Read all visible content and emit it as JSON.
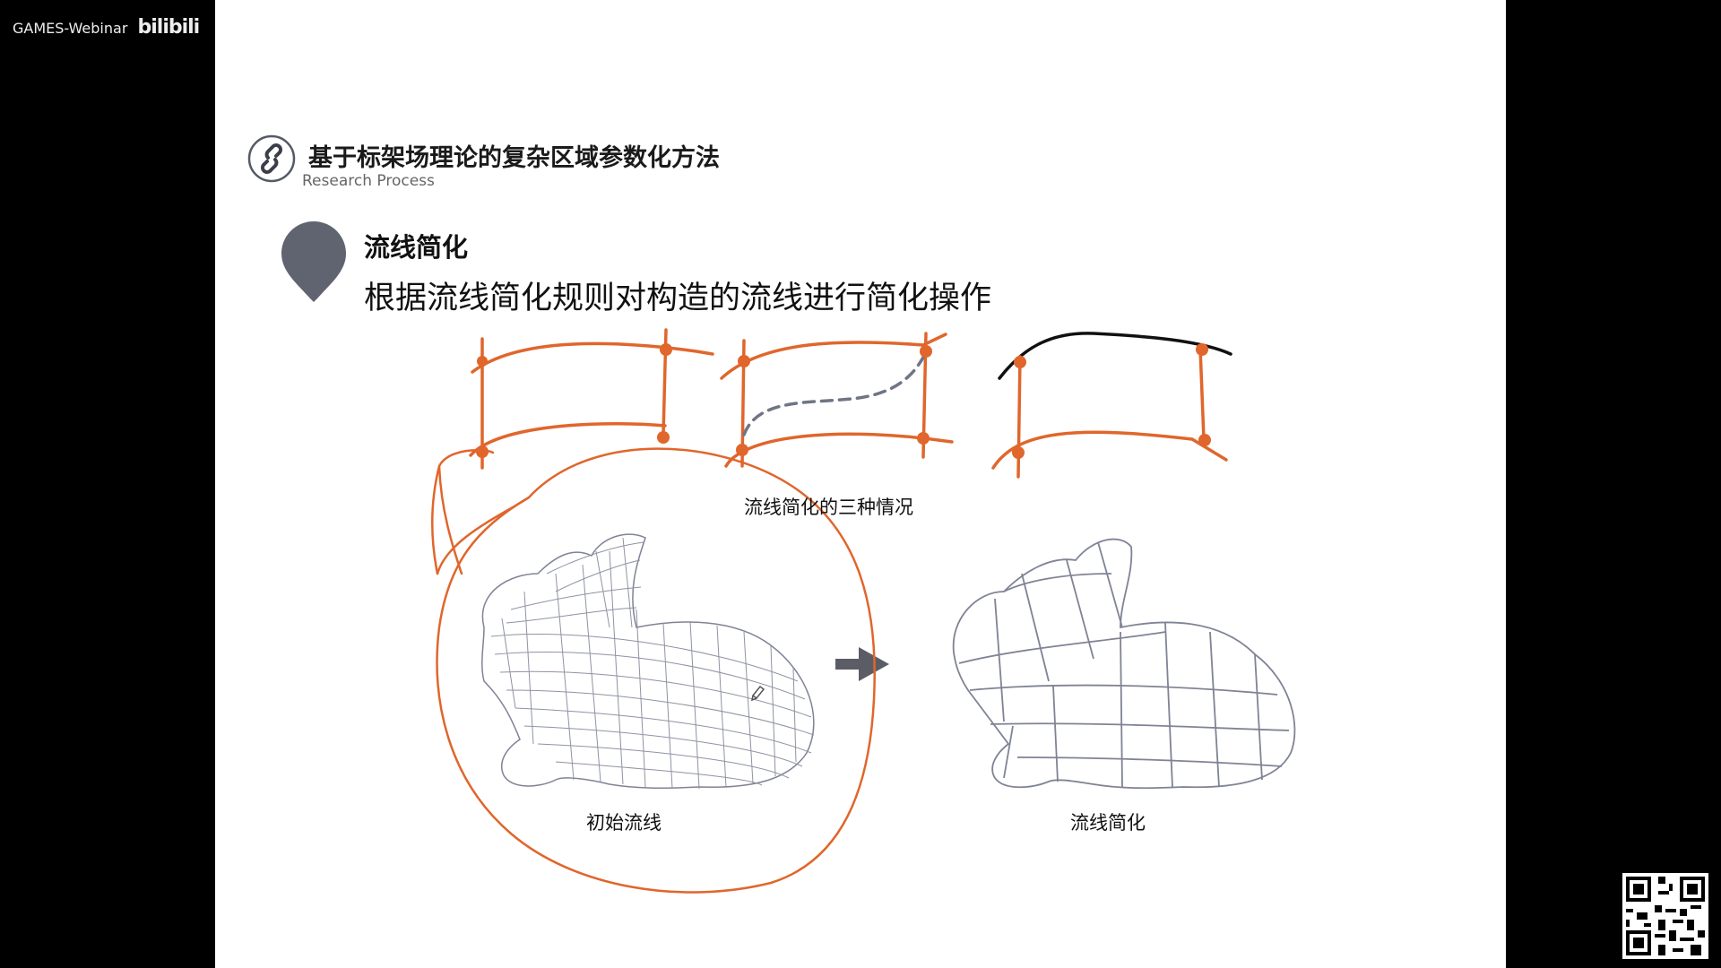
{
  "watermark": {
    "channel": "GAMES-Webinar",
    "site": "bilibili"
  },
  "slide": {
    "title": "基于标架场理论的复杂区域参数化方法",
    "subtitle": "Research Process",
    "section_title": "流线简化",
    "section_description": "根据流线简化规则对构造的流线进行简化操作",
    "caption_three_cases": "流线简化的三种情况",
    "caption_initial": "初始流线",
    "caption_simplified": "流线简化"
  },
  "colors": {
    "accent_orange": "#e0662c",
    "pin_gray": "#5f6470",
    "mesh_gray": "#7f8395",
    "arrow_gray": "#5a5d66"
  },
  "icons": [
    "link-icon",
    "location-pin-icon",
    "arrow-right-icon",
    "pencil-cursor-icon",
    "qr-code"
  ]
}
